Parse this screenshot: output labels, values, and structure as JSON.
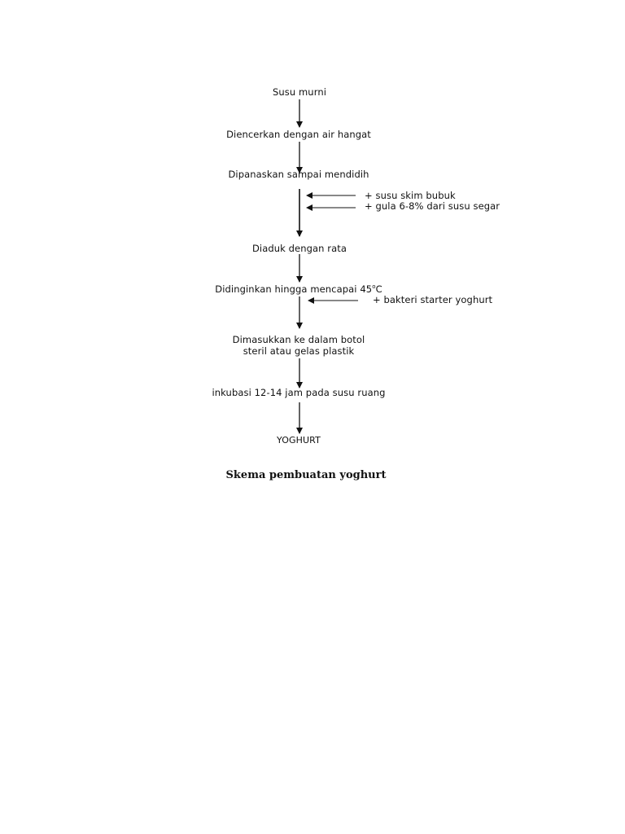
{
  "steps": {
    "s1": "Susu murni",
    "s2": "Diencerkan dengan air hangat",
    "s3": "Dipanaskan sampai mendidih",
    "s4": "Diaduk dengan rata",
    "s5_text": "Didinginkan hingga mencapai 45",
    "s5_sup": "o",
    "s5_unit": "C",
    "s6_line1": "Dimasukkan ke dalam botol",
    "s6_line2": "steril atau gelas plastik",
    "s7": "inkubasi 12-14 jam pada susu ruang",
    "s8": "YOGHURT"
  },
  "additions": {
    "a1": "+ susu skim bubuk",
    "a2": "+ gula 6-8% dari susu segar",
    "a3": "+ bakteri starter yoghurt"
  },
  "caption": "Skema pembuatan yoghurt"
}
